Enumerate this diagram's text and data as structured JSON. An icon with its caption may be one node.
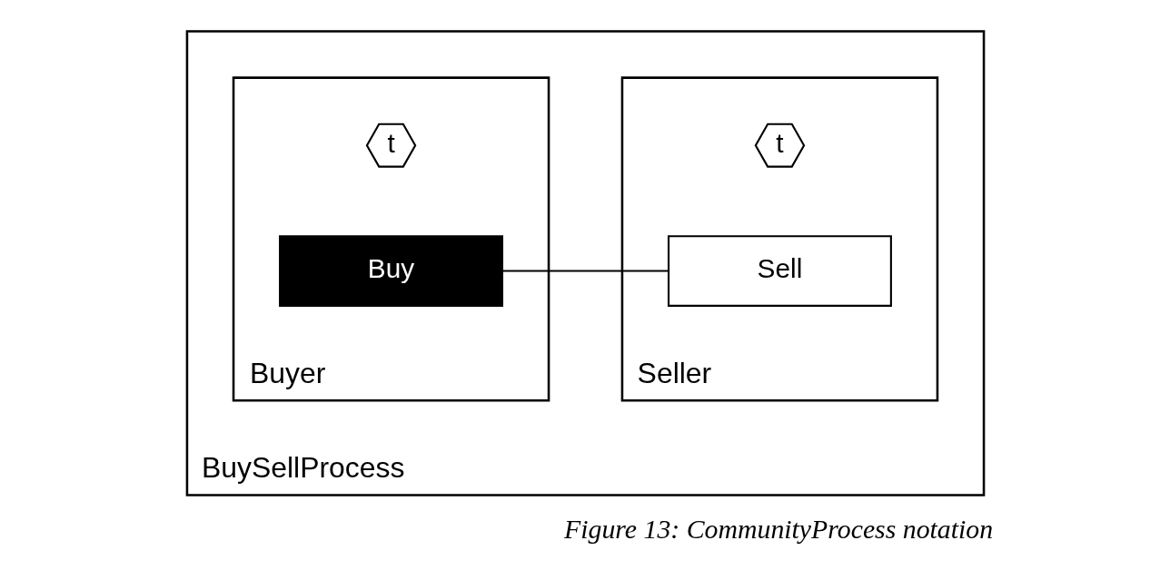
{
  "diagram": {
    "caption": "Figure 13: CommunityProcess notation",
    "nodes": [
      {
        "text": [
          "BuySellProcess"
        ]
      },
      {
        "text": [
          "Buyer"
        ],
        "in": 0
      },
      {
        "text": [
          "t"
        ],
        "in": 1
      },
      {
        "text": [
          "Buy"
        ],
        "in": 1
      },
      {
        "text": [
          "Seller"
        ],
        "in": 0
      },
      {
        "text": [
          "t"
        ],
        "in": 4
      },
      {
        "text": [
          "Sell"
        ],
        "in": 4
      }
    ],
    "edges": [
      {
        "from": 3,
        "to": 6,
        "arrow": "none"
      }
    ]
  }
}
